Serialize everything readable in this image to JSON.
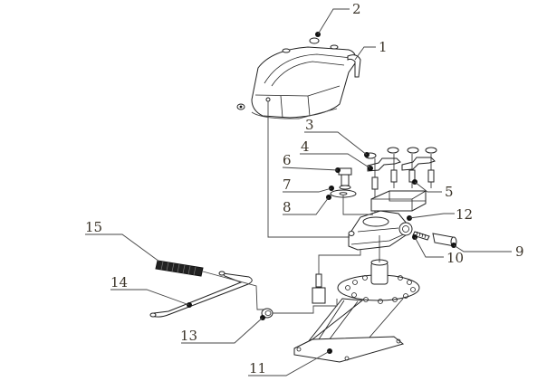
{
  "diagram": {
    "title": "Exploded parts view",
    "labels": [
      {
        "id": "1",
        "text": "1"
      },
      {
        "id": "2",
        "text": "2"
      },
      {
        "id": "3",
        "text": "3"
      },
      {
        "id": "4",
        "text": "4"
      },
      {
        "id": "5",
        "text": "5"
      },
      {
        "id": "6",
        "text": "6"
      },
      {
        "id": "7",
        "text": "7"
      },
      {
        "id": "8",
        "text": "8"
      },
      {
        "id": "9",
        "text": "9"
      },
      {
        "id": "10",
        "text": "10"
      },
      {
        "id": "11",
        "text": "11"
      },
      {
        "id": "12",
        "text": "12"
      },
      {
        "id": "13",
        "text": "13"
      },
      {
        "id": "14",
        "text": "14"
      },
      {
        "id": "15",
        "text": "15"
      }
    ],
    "label_color": "#3a3328",
    "line_color": "#444444"
  }
}
